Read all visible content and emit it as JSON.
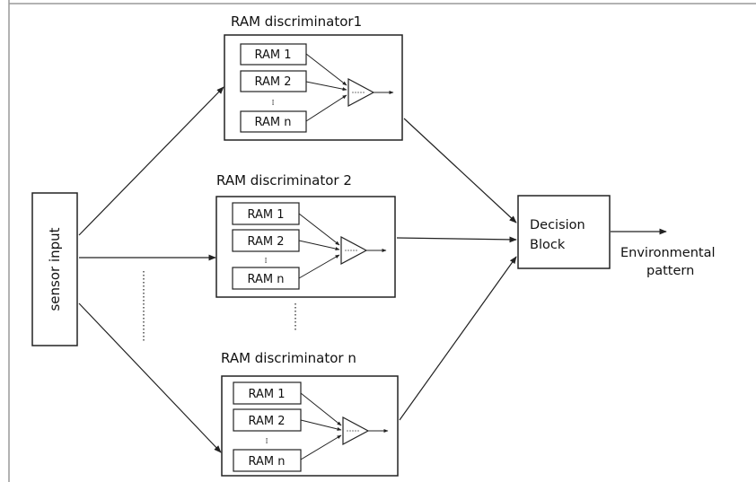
{
  "diagram": {
    "sensor_label": "sensor input",
    "discriminators": [
      {
        "title": "RAM discriminator1",
        "rams": [
          "RAM 1",
          "RAM 2",
          "RAM n"
        ]
      },
      {
        "title": "RAM discriminator 2",
        "rams": [
          "RAM 1",
          "RAM 2",
          "RAM n"
        ]
      },
      {
        "title": "RAM discriminator n",
        "rams": [
          "RAM 1",
          "RAM 2",
          "RAM n"
        ]
      }
    ],
    "decision_block": {
      "line1": "Decision",
      "line2": "Block"
    },
    "output": {
      "line1": "Environmental",
      "line2": "pattern"
    },
    "colors": {
      "stroke": "#222222",
      "background": "#ffffff",
      "frame": "#9a9a9a"
    }
  }
}
